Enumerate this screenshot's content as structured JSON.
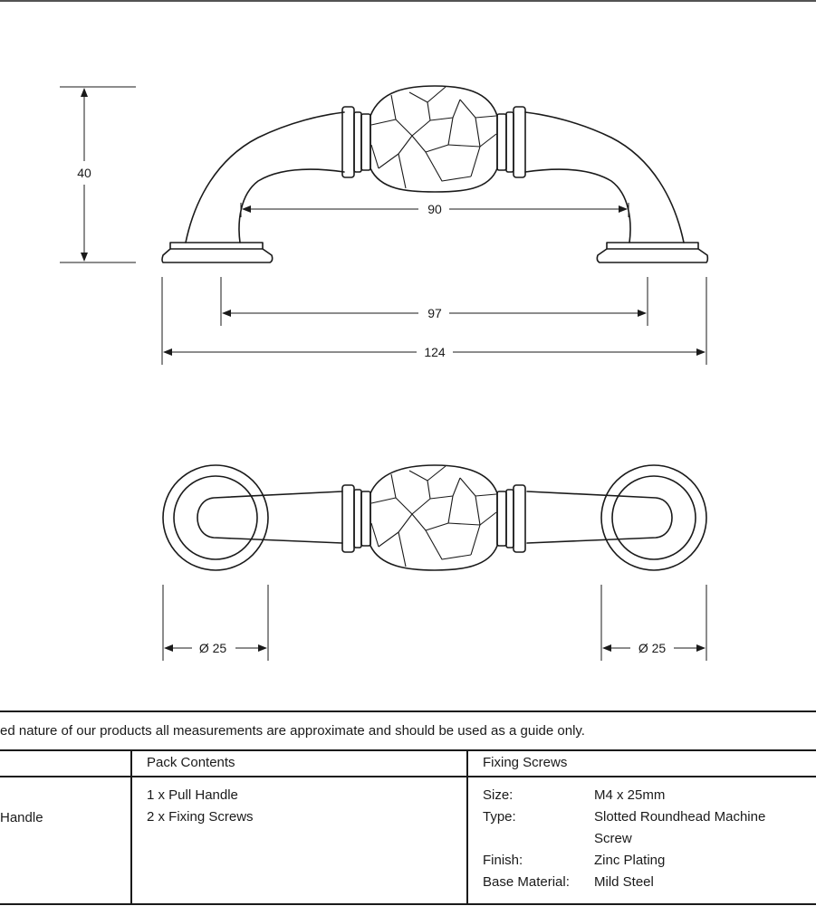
{
  "dimensions": {
    "height": "40",
    "inner_span": "90",
    "centres": "97",
    "overall_length": "124",
    "rose_left": "Ø 25",
    "rose_right": "Ø 25"
  },
  "disclaimer": "ed nature of our products all measurements are approximate and should be used as a guide only.",
  "table": {
    "col1_fragment": "Handle",
    "pack_contents": {
      "header": "Pack Contents",
      "items": [
        "1 x Pull Handle",
        "2 x Fixing Screws"
      ]
    },
    "fixing_screws": {
      "header": "Fixing Screws",
      "rows": [
        {
          "label": "Size:",
          "value": "M4 x 25mm"
        },
        {
          "label": "Type:",
          "value": "Slotted Roundhead Machine"
        },
        {
          "label": "",
          "value": "Screw"
        },
        {
          "label": "Finish:",
          "value": "Zinc Plating"
        },
        {
          "label": "Base Material:",
          "value": "Mild Steel"
        }
      ]
    }
  },
  "colors": {
    "line": "#1a1a1a",
    "background": "#ffffff"
  }
}
